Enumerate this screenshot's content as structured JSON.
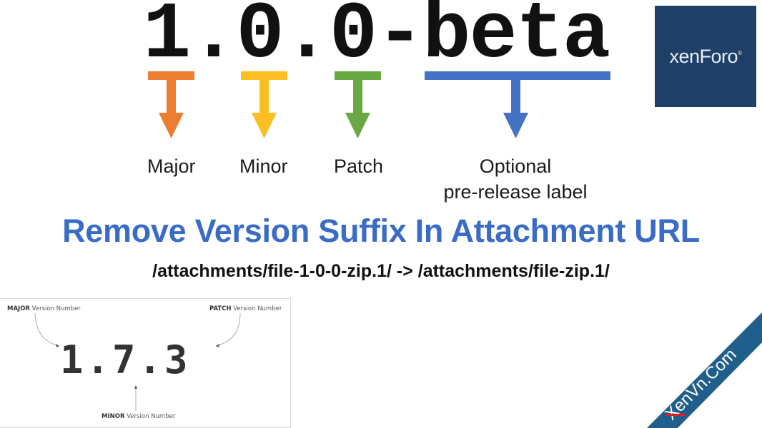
{
  "top_diagram": {
    "version_string": "1.0.0-beta",
    "parts": [
      {
        "label": "Major",
        "color": "#ed7d31"
      },
      {
        "label": "Minor",
        "color": "#fbbf24"
      },
      {
        "label": "Patch",
        "color": "#6aa843"
      },
      {
        "label": "Optional",
        "sublabel": "pre-release label",
        "color": "#4472c4"
      }
    ]
  },
  "headline": {
    "title": "Remove Version Suffix In Attachment URL",
    "title_color": "#3a6cc6",
    "url_example": "/attachments/file-1-0-0-zip.1/ -> /attachments/file-zip.1/"
  },
  "logo": {
    "text_main": "xenForo",
    "registered": "®",
    "bg_color": "#1e3f66"
  },
  "semver_panel": {
    "number": "1.7.3",
    "major_label_bold": "MAJOR",
    "major_label_rest": " Version Number",
    "patch_label_bold": "PATCH",
    "patch_label_rest": " Version Number",
    "minor_label_bold": "MINOR",
    "minor_label_rest": " Version Number"
  },
  "watermark": {
    "text": "XenVn.Com",
    "band_color": "#1f5f8b",
    "accent_color": "#e02020"
  }
}
